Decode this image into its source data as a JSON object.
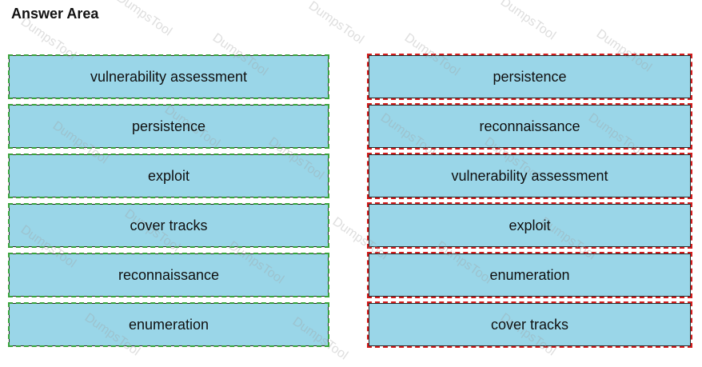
{
  "header": {
    "title": "Answer Area"
  },
  "left_column": {
    "items": [
      {
        "label": "vulnerability assessment"
      },
      {
        "label": "persistence"
      },
      {
        "label": "exploit"
      },
      {
        "label": "cover tracks"
      },
      {
        "label": "reconnaissance"
      },
      {
        "label": "enumeration"
      }
    ]
  },
  "right_column": {
    "items": [
      {
        "label": "persistence"
      },
      {
        "label": "reconnaissance"
      },
      {
        "label": "vulnerability assessment"
      },
      {
        "label": "exploit"
      },
      {
        "label": "enumeration"
      },
      {
        "label": "cover tracks"
      }
    ]
  },
  "watermark": {
    "text": "DumpsTool"
  },
  "colors": {
    "item_fill": "#9ad6e8",
    "left_outline": "#3aa33a",
    "right_outline": "#d41c1c"
  }
}
